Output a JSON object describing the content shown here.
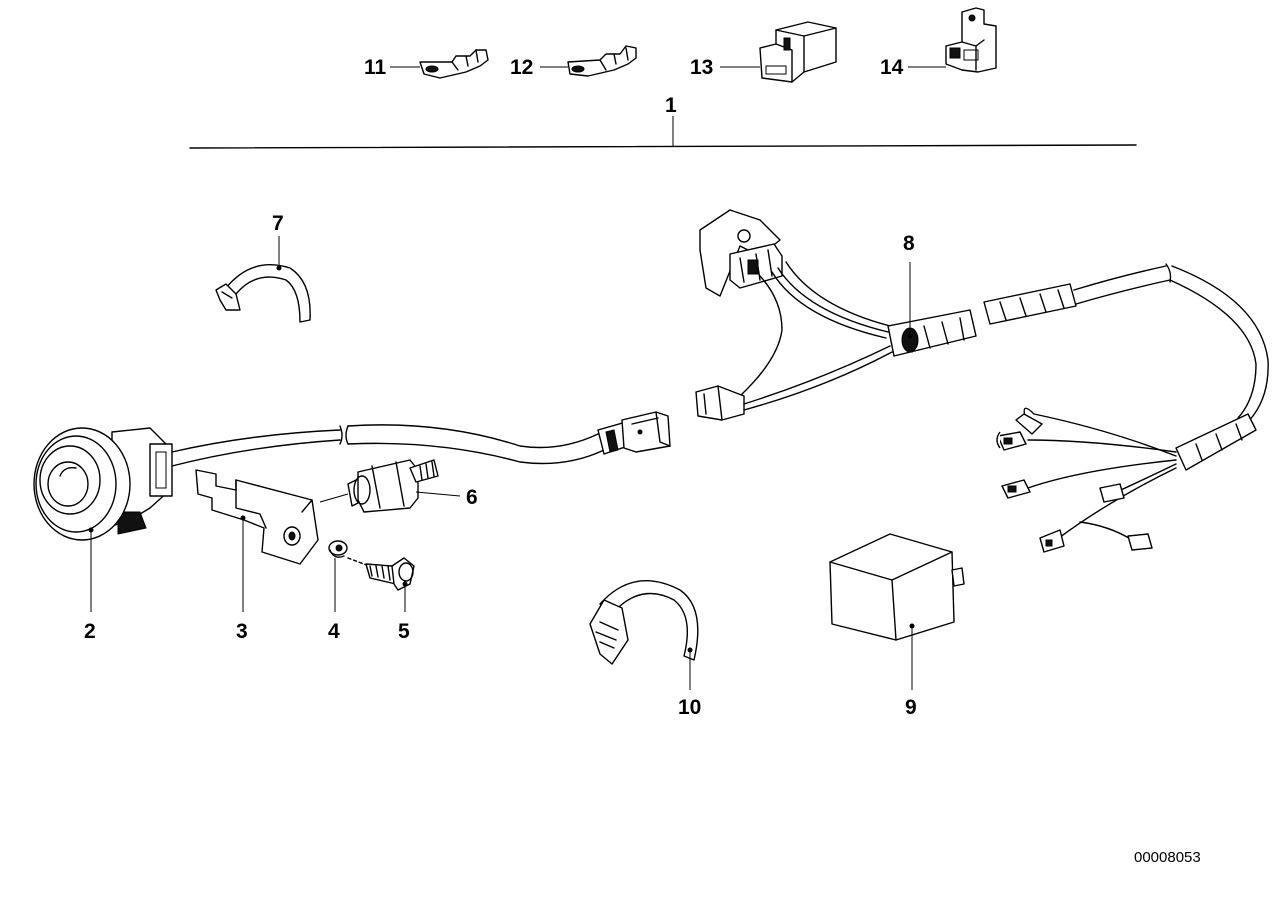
{
  "callouts": {
    "c1": "1",
    "c2": "2",
    "c3": "3",
    "c4": "4",
    "c5": "5",
    "c6": "6",
    "c7": "7",
    "c8": "8",
    "c9": "9",
    "c10": "10",
    "c11": "11",
    "c12": "12",
    "c13": "13",
    "c14": "14"
  },
  "document_id": "00008053"
}
